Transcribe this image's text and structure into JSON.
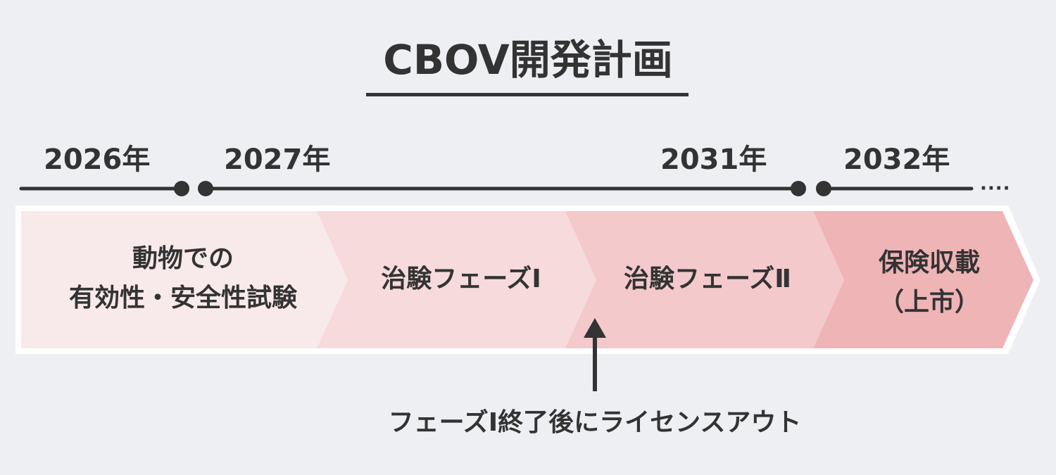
{
  "title": "CBOV開発計画",
  "years": [
    {
      "label": "2026年"
    },
    {
      "label": "2027年"
    },
    {
      "label": "2031年"
    },
    {
      "label": "2032年"
    }
  ],
  "continuation_marker": "····",
  "stages": [
    {
      "label": "動物での\n有効性・安全性試験",
      "color": "#f8e9ea"
    },
    {
      "label": "治験フェーズⅠ",
      "color": "#f6dadc"
    },
    {
      "label": "治験フェーズⅡ",
      "color": "#f3c9cb"
    },
    {
      "label": "保険収載\n（上市）",
      "color": "#efb4b6"
    }
  ],
  "annotation": "フェーズⅠ終了後にライセンスアウト",
  "colors": {
    "background": "#eeeff3",
    "text": "#333333",
    "timeline": "#333333",
    "band_outline": "#ffffff"
  }
}
